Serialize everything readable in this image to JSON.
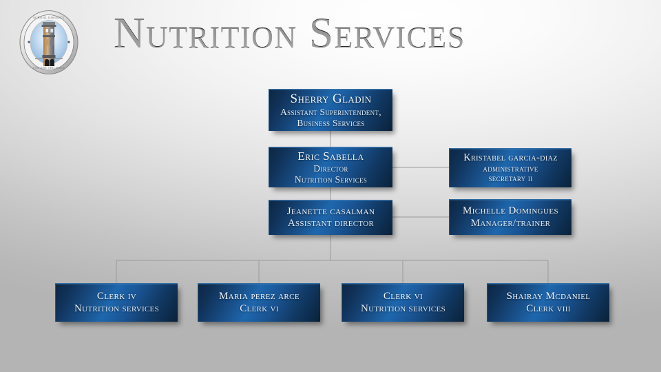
{
  "header": {
    "title": "Nutrition Services",
    "logo_name": "school-district-seal-logo",
    "logo_alt": "District seal with clock tower"
  },
  "colors": {
    "box_dark_navy": "#0c2744",
    "box_mid_blue": "#1e67ad",
    "box_edge": "#0a2139",
    "text": "#f4f8fc",
    "connector": "#9a9a9a",
    "background_light": "#ffffff",
    "background_dark": "#b4b4b4"
  },
  "chart_data": {
    "type": "org-chart",
    "title": "Nutrition Services",
    "nodes": [
      {
        "id": "gladin",
        "level": 1,
        "name": "Sherry Gladin",
        "lines": [
          "Assistant Superintendent,",
          "Business Services"
        ]
      },
      {
        "id": "sabella",
        "level": 2,
        "name": "Eric Sabella",
        "lines": [
          "Director",
          "Nutrition Services"
        ]
      },
      {
        "id": "kristabel",
        "level": 2,
        "name": "Kristabel garcia-diaz",
        "lines": [
          "administrative",
          "secretary ii"
        ],
        "staff": true
      },
      {
        "id": "casalman",
        "level": 3,
        "name": "Jeanette casalman",
        "lines": [
          "Assistant director"
        ]
      },
      {
        "id": "michelle",
        "level": 3,
        "name": "Michelle Domingues",
        "lines": [
          "Manager/trainer"
        ],
        "staff": true
      },
      {
        "id": "clerk4",
        "level": 4,
        "name": "Clerk iv",
        "lines": [
          "Nutrition services"
        ]
      },
      {
        "id": "maria",
        "level": 4,
        "name": "Maria perez arce",
        "lines": [
          "Clerk vi"
        ]
      },
      {
        "id": "clerk6",
        "level": 4,
        "name": "Clerk vi",
        "lines": [
          "Nutrition services"
        ]
      },
      {
        "id": "shairay",
        "level": 4,
        "name": "Shairay Mcdaniel",
        "lines": [
          "Clerk viii"
        ]
      }
    ],
    "edges": [
      {
        "from": "gladin",
        "to": "sabella"
      },
      {
        "from": "sabella",
        "to": "kristabel"
      },
      {
        "from": "sabella",
        "to": "casalman"
      },
      {
        "from": "casalman",
        "to": "michelle"
      },
      {
        "from": "casalman",
        "to": "clerk4"
      },
      {
        "from": "casalman",
        "to": "maria"
      },
      {
        "from": "casalman",
        "to": "clerk6"
      },
      {
        "from": "casalman",
        "to": "shairay"
      }
    ]
  }
}
